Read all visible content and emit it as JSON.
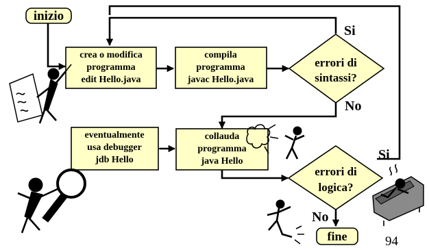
{
  "nodes": {
    "start": "inizio",
    "edit": [
      "crea o modifica",
      "programma",
      "edit Hello.java"
    ],
    "compile": [
      "compila",
      "programma",
      "javac Hello.java"
    ],
    "syntax_decision": [
      "errori di",
      "sintassi?"
    ],
    "debug": [
      "eventualmente",
      "usa debugger",
      "jdb Hello"
    ],
    "test": [
      "collauda",
      "programma",
      "java Hello"
    ],
    "logic_decision": [
      "errori di",
      "logica?"
    ],
    "end": "fine"
  },
  "edge_labels": {
    "syntax_yes": "Si",
    "syntax_no": "No",
    "logic_yes": "Si",
    "logic_no": "No"
  },
  "page_number": "94",
  "colors": {
    "box_fill": "#ffffc6",
    "line": "#000000",
    "background": "#ffffff"
  },
  "icons": [
    "person-writing-icon",
    "frustrated-person-icon",
    "magnifier-person-icon",
    "person-on-sofa-icon",
    "happy-person-icon"
  ]
}
